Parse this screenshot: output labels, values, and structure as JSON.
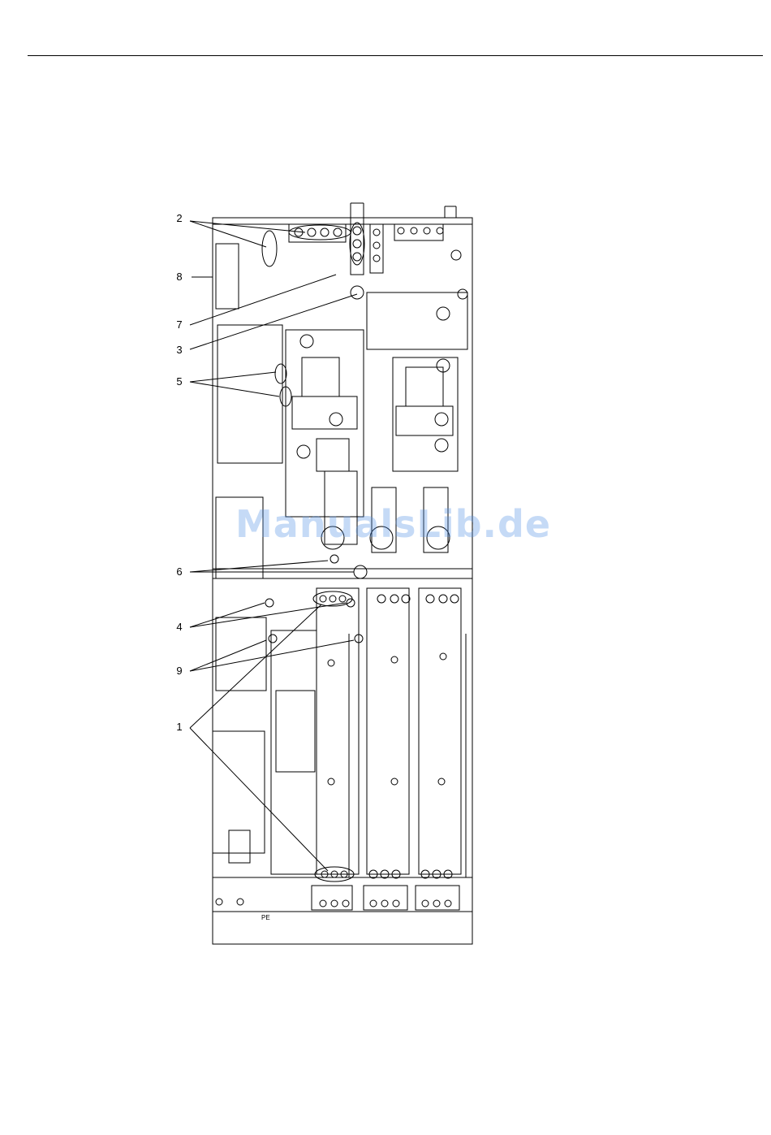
{
  "callouts": [
    {
      "id": "c2",
      "label": "2"
    },
    {
      "id": "c8",
      "label": "8"
    },
    {
      "id": "c7",
      "label": "7"
    },
    {
      "id": "c3",
      "label": "3"
    },
    {
      "id": "c5",
      "label": "5"
    },
    {
      "id": "c6",
      "label": "6"
    },
    {
      "id": "c4",
      "label": "4"
    },
    {
      "id": "c9",
      "label": "9"
    },
    {
      "id": "c1",
      "label": "1"
    }
  ],
  "ground_label": "PE",
  "watermark": "ManualsLib.de",
  "colors": {
    "line": "#000000",
    "watermark": "#5a96e6"
  }
}
